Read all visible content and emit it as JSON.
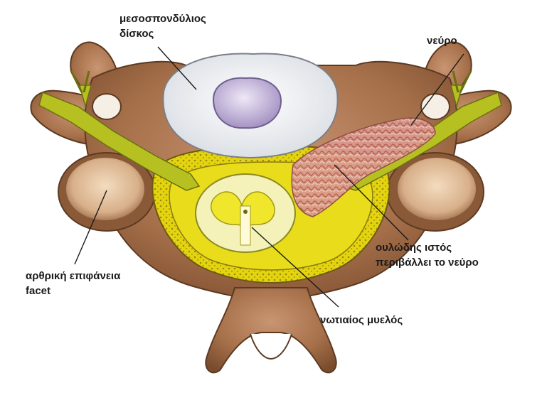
{
  "labels": {
    "disc": [
      "μεσοσπονδύλιος",
      "δίσκος"
    ],
    "nerve": [
      "νεύρο"
    ],
    "scar_tissue": [
      "ουλώδης ιστός",
      "περιβάλλει το νεύρο"
    ],
    "facet": [
      "αρθρική επιφάνεια",
      "facet"
    ],
    "spinal_cord": [
      "νωτιαίος μυελός"
    ]
  },
  "colors": {
    "bone": "#a6704a",
    "bone_dark": "#6e4428",
    "bone_light": "#e8c9a6",
    "disc_white": "#eef0f3",
    "disc_nucleus": "#b7a7cf",
    "nerve_yellow": "#b9c21e",
    "fat_yellow": "#e8d80f",
    "cord_pale": "#f2f0a8",
    "scar_pink": "#d98f86"
  }
}
